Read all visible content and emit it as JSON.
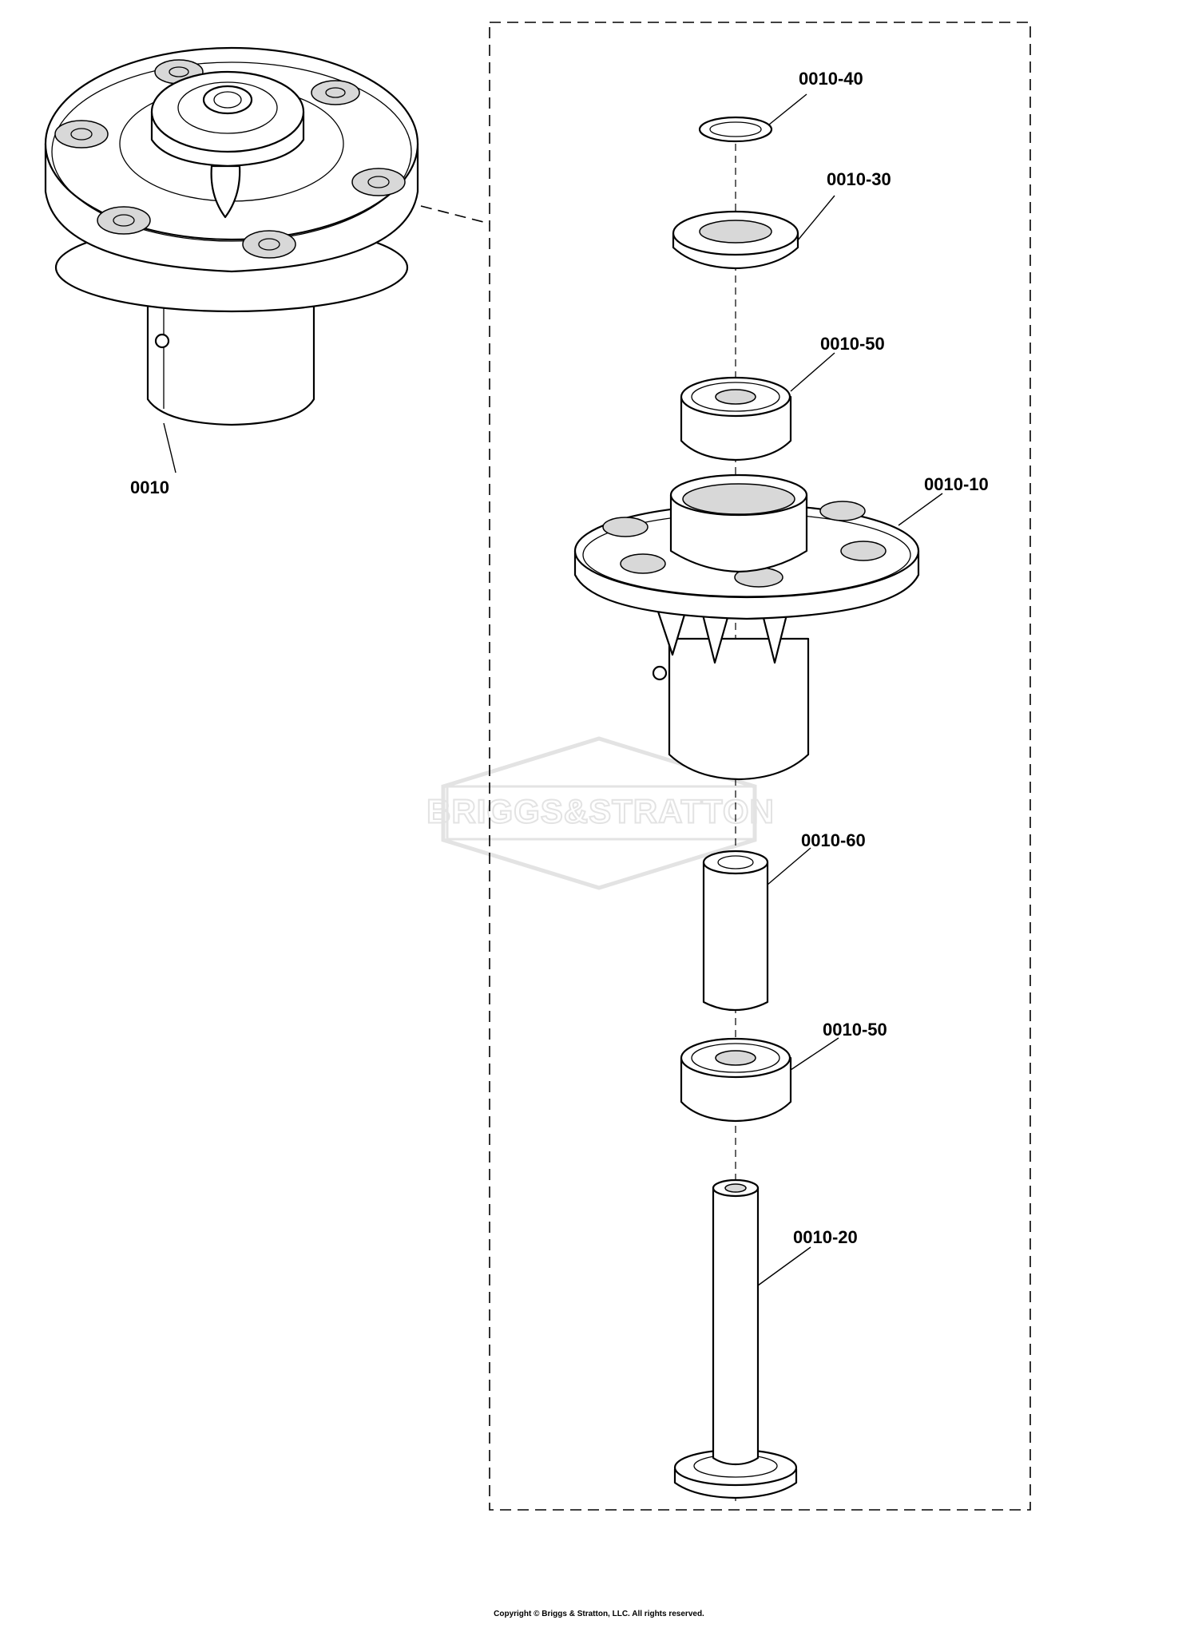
{
  "diagram": {
    "watermark": "BRIGGS&STRATTON",
    "callouts": {
      "assembly": "0010",
      "retaining_ring": "0010-40",
      "seal": "0010-30",
      "bearing_upper": "0010-50",
      "housing": "0010-10",
      "spacer": "0010-60",
      "bearing_lower": "0010-50",
      "shaft": "0010-20"
    }
  },
  "footer": {
    "copyright": "Copyright © Briggs & Stratton, LLC. All rights reserved."
  }
}
